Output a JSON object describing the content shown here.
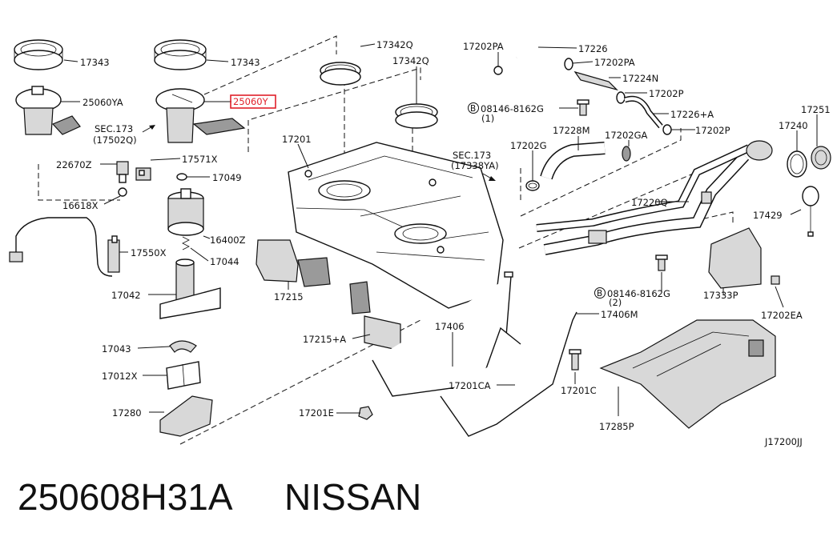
{
  "callouts": {
    "c17343a": "17343",
    "c17343b": "17343",
    "c25060ya": "25060YA",
    "c25060y": "25060Y",
    "sec173a_1": "SEC.173",
    "sec173a_2": "(17502Q)",
    "c17571x": "17571X",
    "c22670z": "22670Z",
    "c17049": "17049",
    "c16618x": "16618X",
    "c16400z": "16400Z",
    "c17550x": "17550X",
    "c17044": "17044",
    "c17042": "17042",
    "c17043": "17043",
    "c17012x": "17012X",
    "c17280": "17280",
    "c17342q_a": "17342Q",
    "c17342q_b": "17342Q",
    "c17201": "17201",
    "c17215": "17215",
    "c17215a": "17215+A",
    "c17406": "17406",
    "c17201e": "17201E",
    "c17201ca": "17201CA",
    "c17201c": "17201C",
    "sec173b_1": "SEC.173",
    "sec173b_2": "(17338YA)",
    "c17202pa_a": "17202PA",
    "c17226": "17226",
    "c17202pa_b": "17202PA",
    "c17224n": "17224N",
    "c17202p_a": "17202P",
    "c08146_a": "08146-8162G",
    "c08146_a_qty": "(1)",
    "c17226a": "17226+A",
    "c17228m": "17228M",
    "c17202ga": "17202GA",
    "c17202p_b": "17202P",
    "c17202g": "17202G",
    "c17220q": "17220Q",
    "c17251": "17251",
    "c17240": "17240",
    "c17429": "17429",
    "c08146_b": "08146-8162G",
    "c08146_b_qty": "(2)",
    "c17333p": "17333P",
    "c17202ea": "17202EA",
    "c17406m": "17406M",
    "c17285p": "17285P",
    "diagram_code": "J17200JJ",
    "bolt_marker": "B"
  },
  "footer": {
    "part_number": "250608H31A",
    "brand": "NISSAN"
  },
  "colors": {
    "highlight": "#e0202a",
    "line": "#111111",
    "shade": "#9a9a9a"
  }
}
